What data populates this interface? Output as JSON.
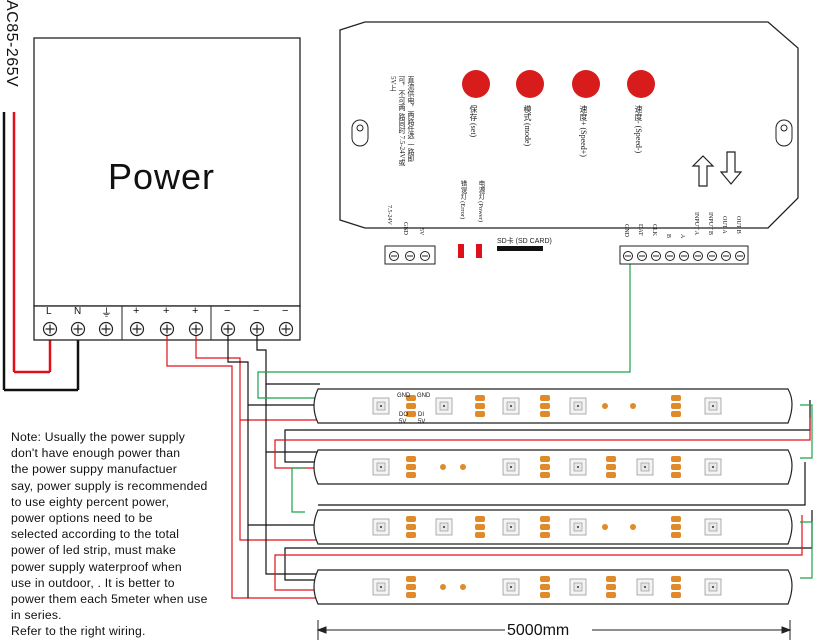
{
  "supply": {
    "input_voltage": "AC85-265V",
    "title": "Power",
    "terminals_left": [
      "L",
      "N",
      "⏚"
    ],
    "terminals_plus": [
      "+",
      "+",
      "+"
    ],
    "terminals_minus": [
      "−",
      "−",
      "−"
    ]
  },
  "controller": {
    "buttons": [
      {
        "label": "保存 (set)",
        "color": "#d81c1c"
      },
      {
        "label": "模式 (mode)",
        "color": "#d81c1c"
      },
      {
        "label": "速度+ (Speed+)",
        "color": "#d81c1c"
      },
      {
        "label": "速度- (Speed-)",
        "color": "#d81c1c"
      }
    ],
    "notice": "直流供电，两路任选 一路即可，不可两 路同时 7.5-24V或5V上",
    "power_in_labels": [
      "7.5-24V",
      "GND",
      "5V"
    ],
    "led_labels": [
      "错误灯 (Error)",
      "电源灯 (Power)"
    ],
    "sd_label": "SD卡 (SD CARD)",
    "out_labels": [
      "GND",
      "DAT",
      "CLK",
      "B",
      "A",
      "INPUT A",
      "INPUT B",
      "OUT A",
      "OUT B"
    ]
  },
  "strip": {
    "pad_top": [
      "GND",
      "GND"
    ],
    "pad_mid": [
      "DO",
      "DI"
    ],
    "pad_bot": [
      "5V",
      "5V"
    ],
    "length": "5000mm"
  },
  "note": "Note: Usually the power supply\ndon't have enough power than\nthe power suppy manufactuer\nsay, power supply is recommended\nto use eighty percent power,\npower options need to be\nselected according to the total\npower of led strip, must make\npower supply waterproof when\nuse in outdoor,  .  It is better to\npower them each 5meter when use\nin series.\nRefer to the right wiring.",
  "colors": {
    "live": "#e0101a",
    "neutral": "#111111",
    "data": "#1aa34a",
    "dc_plus": "#e0101a",
    "dc_minus": "#111111",
    "led_pad": "#e08a2a"
  }
}
